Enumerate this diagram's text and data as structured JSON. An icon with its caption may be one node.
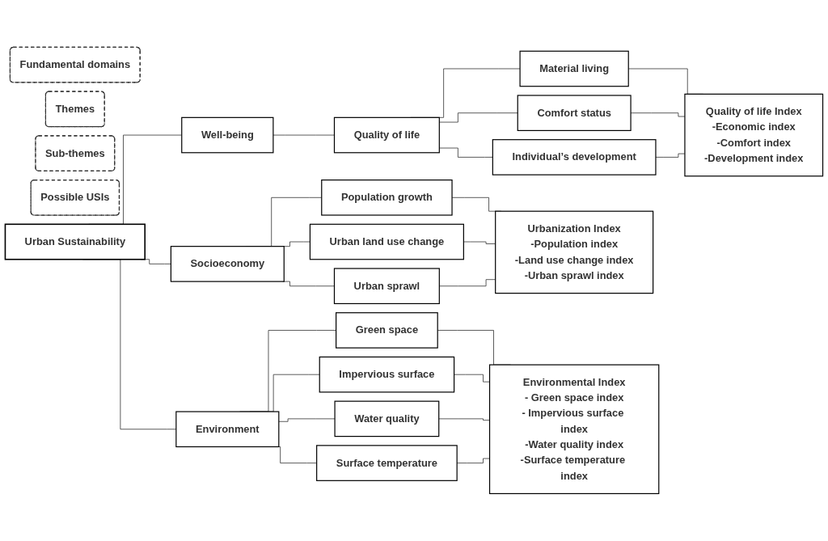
{
  "diagram": {
    "nodes": [
      {
        "text": [
          "Fundamental domains"
        ]
      },
      {
        "text": [
          "Themes"
        ]
      },
      {
        "text": [
          "Sub-themes"
        ]
      },
      {
        "text": [
          "Possible USIs"
        ]
      },
      {
        "text": [
          "Urban Sustainability"
        ]
      },
      {
        "text": [
          "Socioeconomy"
        ]
      },
      {
        "text": [
          "Well-being"
        ]
      },
      {
        "text": [
          "Environment"
        ]
      },
      {
        "text": [
          "Population growth"
        ]
      },
      {
        "text": [
          "Urban land use change"
        ]
      },
      {
        "text": [
          "Urban sprawl"
        ]
      },
      {
        "text": [
          "Quality of life"
        ]
      },
      {
        "text": [
          "Material living"
        ]
      },
      {
        "text": [
          "Comfort status"
        ]
      },
      {
        "text": [
          "Individual’s development"
        ]
      },
      {
        "text": [
          "Green space"
        ]
      },
      {
        "text": [
          "Impervious surface"
        ]
      },
      {
        "text": [
          "Water quality"
        ]
      },
      {
        "text": [
          "Surface temperature"
        ]
      },
      {
        "text": [
          "Urbanization Index",
          "-Population index",
          "-Land use change index",
          "-Urban sprawl index"
        ]
      },
      {
        "text": [
          "Quality of life Index",
          "-Economic index",
          "-Comfort index",
          "-Development index"
        ]
      },
      {
        "text": [
          "Environmental Index",
          "- Green space index",
          "- Impervious surface index",
          "-Water quality index",
          "-Surface temperature index"
        ]
      }
    ],
    "edges": [
      {
        "from": 4,
        "to": 5,
        "arrow": "none"
      },
      {
        "from": 4,
        "to": 6,
        "arrow": "none"
      },
      {
        "from": 4,
        "to": 7,
        "arrow": "none"
      },
      {
        "from": 5,
        "to": 8,
        "arrow": "none"
      },
      {
        "from": 5,
        "to": 9,
        "arrow": "none"
      },
      {
        "from": 5,
        "to": 10,
        "arrow": "none"
      },
      {
        "from": 8,
        "to": 19,
        "arrow": "none"
      },
      {
        "from": 9,
        "to": 19,
        "arrow": "none"
      },
      {
        "from": 10,
        "to": 19,
        "arrow": "none"
      },
      {
        "from": 6,
        "to": 11,
        "arrow": "none"
      },
      {
        "from": 11,
        "to": 12,
        "arrow": "none"
      },
      {
        "from": 11,
        "to": 13,
        "arrow": "none"
      },
      {
        "from": 11,
        "to": 14,
        "arrow": "none"
      },
      {
        "from": 12,
        "to": 20,
        "arrow": "none"
      },
      {
        "from": 13,
        "to": 20,
        "arrow": "none"
      },
      {
        "from": 14,
        "to": 20,
        "arrow": "none"
      },
      {
        "from": 7,
        "to": 15,
        "arrow": "none"
      },
      {
        "from": 7,
        "to": 16,
        "arrow": "none"
      },
      {
        "from": 7,
        "to": 17,
        "arrow": "none"
      },
      {
        "from": 7,
        "to": 18,
        "arrow": "none"
      },
      {
        "from": 15,
        "to": 21,
        "arrow": "none"
      },
      {
        "from": 16,
        "to": 21,
        "arrow": "none"
      },
      {
        "from": 17,
        "to": 21,
        "arrow": "none"
      },
      {
        "from": 18,
        "to": 21,
        "arrow": "none"
      }
    ]
  }
}
